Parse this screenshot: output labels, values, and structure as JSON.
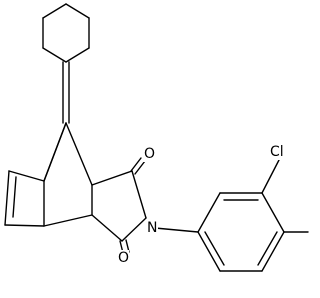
{
  "molecule": {
    "atom_labels": {
      "carbonyl_oxygen_top": "O",
      "carbonyl_oxygen_bottom": "O",
      "imide_nitrogen": "N",
      "chlorine": "Cl"
    }
  }
}
